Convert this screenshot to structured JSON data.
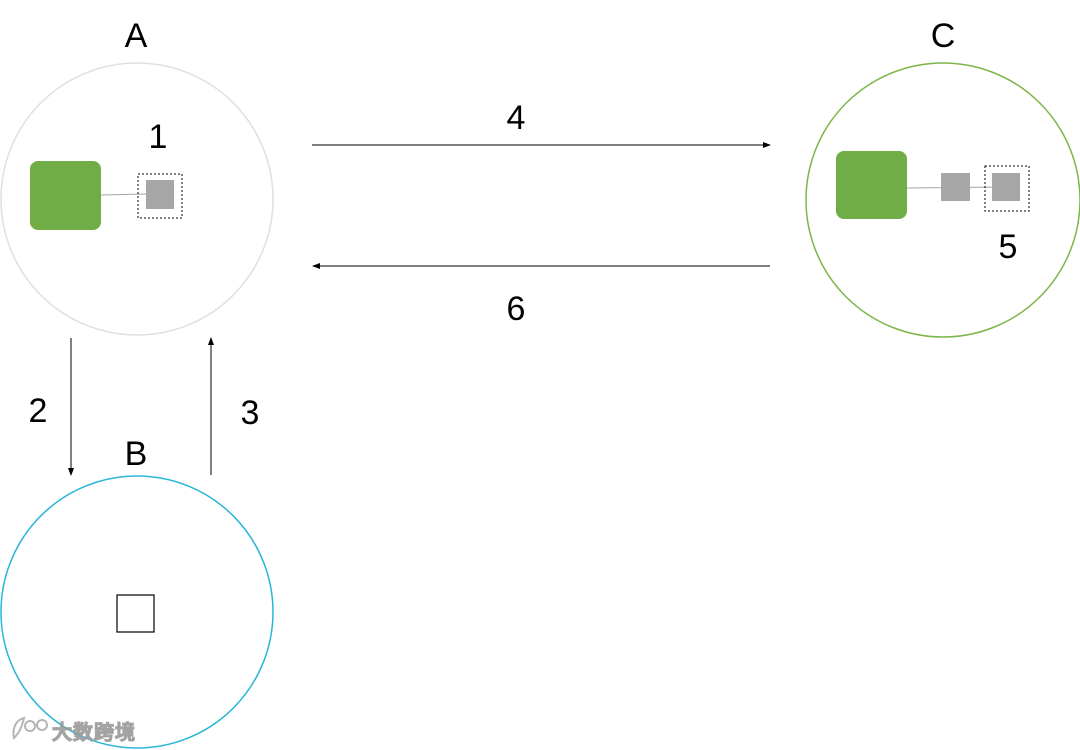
{
  "nodes": {
    "a": {
      "label": "A"
    },
    "b": {
      "label": "B"
    },
    "c": {
      "label": "C"
    }
  },
  "steps": {
    "s1": "1",
    "s2": "2",
    "s3": "3",
    "s4": "4",
    "s5": "5",
    "s6": "6"
  },
  "colors": {
    "circle_a_stroke": "#e0e0e0",
    "circle_b_stroke": "#29b6d9",
    "circle_c_stroke": "#7ab648",
    "green_block": "#70ad47",
    "gray_block": "#a6a6a6",
    "arrow": "#000000"
  },
  "watermark": {
    "text": "大数跨境",
    "logo": "leaf-logo"
  }
}
